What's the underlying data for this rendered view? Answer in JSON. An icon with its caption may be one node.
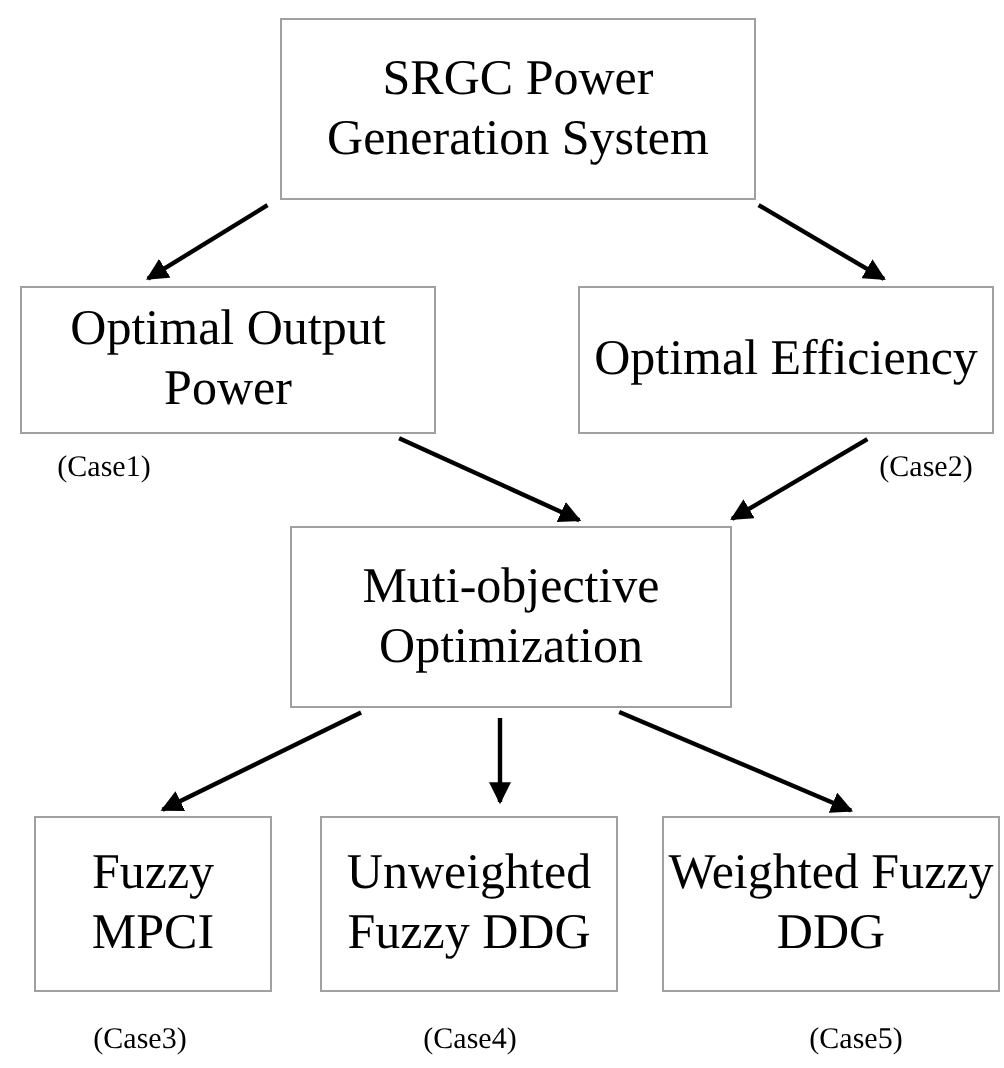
{
  "diagram": {
    "nodes": [
      {
        "text": [
          "SRGC Power Generation System"
        ]
      },
      {
        "text": [
          "Optimal Output Power"
        ],
        "beside": [
          "(Case1)"
        ]
      },
      {
        "text": [
          "Optimal Efficiency"
        ],
        "beside": [
          "(Case2)"
        ]
      },
      {
        "text": [
          "Muti-objective Optimization"
        ]
      },
      {
        "text": [
          "Fuzzy MPCI"
        ],
        "beside": [
          "(Case3)"
        ]
      },
      {
        "text": [
          "Unweighted Fuzzy DDG"
        ],
        "beside": [
          "(Case4)"
        ]
      },
      {
        "text": [
          "Weighted Fuzzy DDG"
        ],
        "beside": [
          "(Case5)"
        ]
      }
    ],
    "edges": [
      {
        "from": 0,
        "to": 1,
        "arrow": "to"
      },
      {
        "from": 0,
        "to": 2,
        "arrow": "to"
      },
      {
        "from": 1,
        "to": 3,
        "arrow": "to"
      },
      {
        "from": 2,
        "to": 3,
        "arrow": "to"
      },
      {
        "from": 3,
        "to": 4,
        "arrow": "to"
      },
      {
        "from": 3,
        "to": 5,
        "arrow": "to"
      },
      {
        "from": 3,
        "to": 6,
        "arrow": "to"
      }
    ]
  }
}
